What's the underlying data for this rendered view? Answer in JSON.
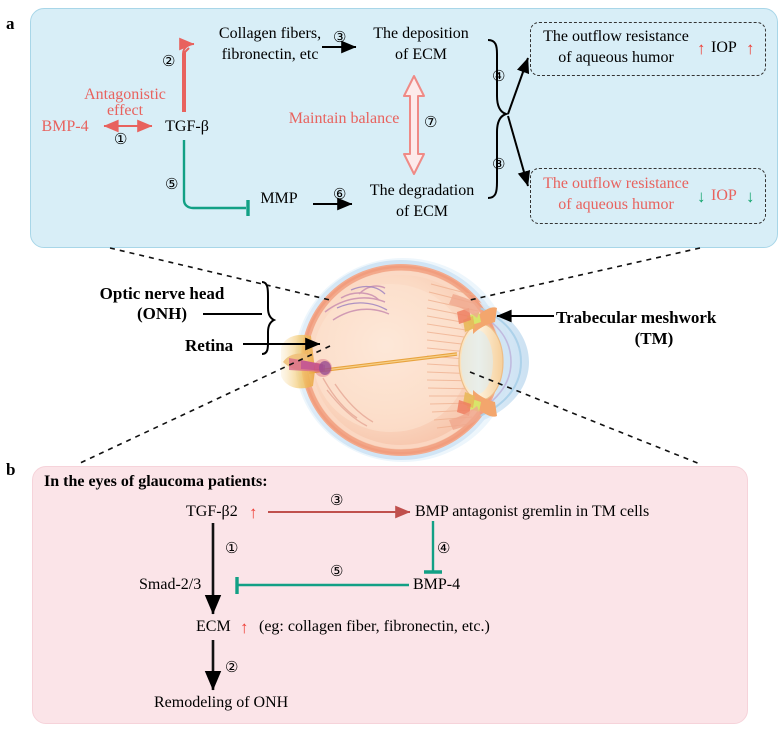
{
  "figure": {
    "panel_a_letter": "a",
    "panel_b_letter": "b"
  },
  "colors": {
    "panel_a_bg": "#d8eef7",
    "panel_b_bg": "#fbe4e8",
    "red_text": "#e8625e",
    "red_arrow": "#ee3b33",
    "teal_line": "#12a085",
    "green_arrow": "#0fa36b",
    "black": "#000000"
  },
  "panel_a": {
    "nodes": {
      "bmp4": "BMP-4",
      "antagonistic_effect_line1": "Antagonistic",
      "antagonistic_effect_line2": "effect",
      "tgf_beta": "TGF-β",
      "collagen_line1": "Collagen fibers,",
      "collagen_line2": "fibronectin, etc",
      "deposition_line1": "The deposition",
      "deposition_line2": "of ECM",
      "mmp": "MMP",
      "degradation_line1": "The degradation",
      "degradation_line2": "of ECM",
      "maintain_balance": "Maintain balance"
    },
    "outcome_up": {
      "line1": "The outflow resistance",
      "line2": "of aqueous humor",
      "iop_label": "IOP",
      "arrow_left": "↑",
      "arrow_right": "↑",
      "arrow_direction": "up",
      "text_color": "#000000",
      "arrow_color": "#ee3b33"
    },
    "outcome_down": {
      "line1": "The outflow resistance",
      "line2": "of aqueous humor",
      "iop_label": "IOP",
      "arrow_left": "↓",
      "arrow_right": "↓",
      "arrow_direction": "down",
      "text_color": "#e8625e",
      "arrow_color": "#0fa36b"
    },
    "step_numbers": {
      "n1": "①",
      "n2": "②",
      "n3": "③",
      "n4": "④",
      "n5": "⑤",
      "n6": "⑥",
      "n7": "⑦",
      "n8": "⑧"
    }
  },
  "eye": {
    "label_onh_line1": "Optic nerve head",
    "label_onh_line2": "(ONH)",
    "label_retina": "Retina",
    "label_tm_line1": "Trabecular meshwork",
    "label_tm_line2": "(TM)"
  },
  "panel_b": {
    "heading": "In the eyes of glaucoma patients:",
    "nodes": {
      "tgf_beta2": "TGF-β2",
      "tgf_beta2_arrow": "↑",
      "gremlin": "BMP antagonist gremlin in TM cells",
      "smad": "Smad-2/3",
      "bmp4": "BMP-4",
      "ecm": "ECM",
      "ecm_arrow": "↑",
      "ecm_note": "(eg: collagen fiber, fibronectin, etc.)",
      "remodeling": "Remodeling of ONH"
    },
    "step_numbers": {
      "n1": "①",
      "n2": "②",
      "n3": "③",
      "n4": "④",
      "n5": "⑤"
    }
  }
}
